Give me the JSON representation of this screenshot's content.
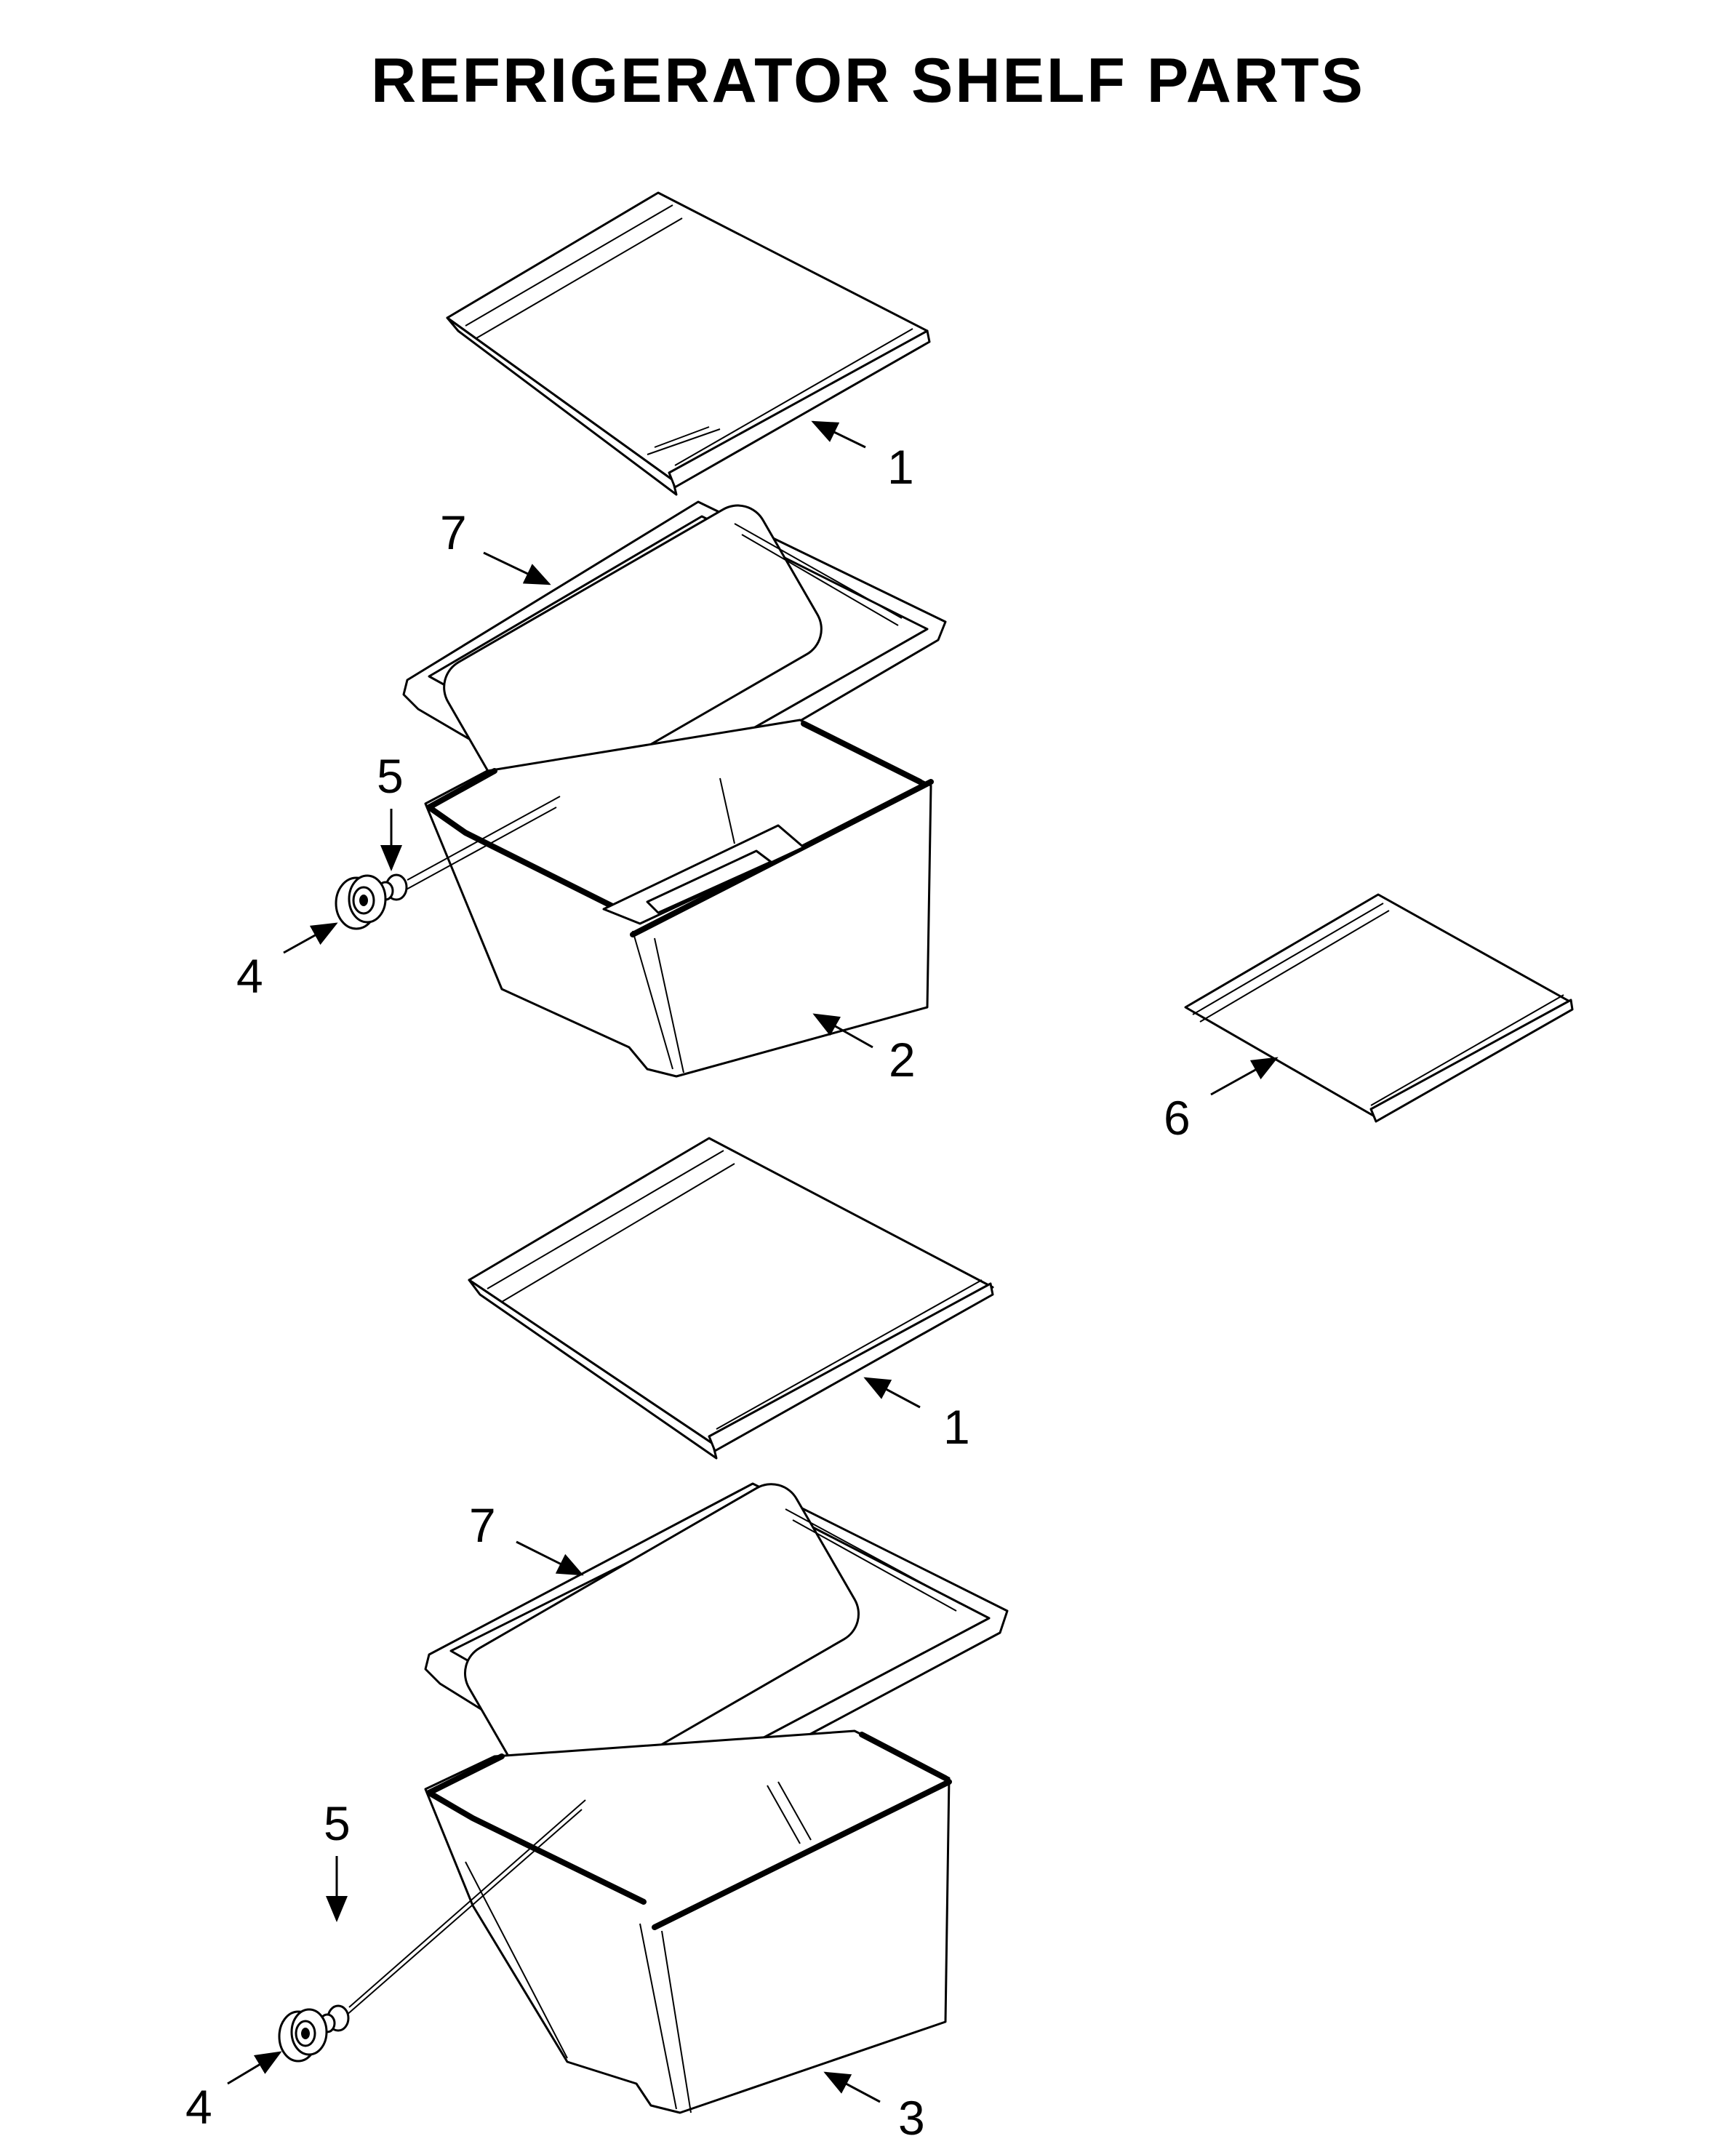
{
  "title": "REFRIGERATOR SHELF PARTS",
  "callouts": [
    {
      "id": "c1-top",
      "label": "1"
    },
    {
      "id": "c7-top",
      "label": "7"
    },
    {
      "id": "c5-top",
      "label": "5"
    },
    {
      "id": "c4-top",
      "label": "4"
    },
    {
      "id": "c2",
      "label": "2"
    },
    {
      "id": "c6",
      "label": "6"
    },
    {
      "id": "c1-bottom",
      "label": "1"
    },
    {
      "id": "c7-bottom",
      "label": "7"
    },
    {
      "id": "c5-bottom",
      "label": "5"
    },
    {
      "id": "c4-bottom",
      "label": "4"
    },
    {
      "id": "c3",
      "label": "3"
    }
  ]
}
